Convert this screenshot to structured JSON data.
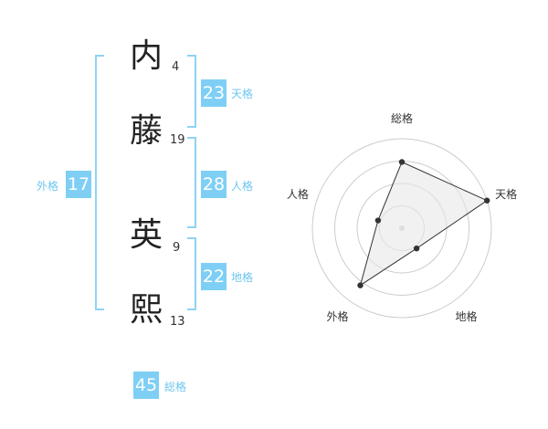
{
  "name": {
    "chars": [
      {
        "char": "内",
        "strokes": "4"
      },
      {
        "char": "藤",
        "strokes": "19"
      },
      {
        "char": "英",
        "strokes": "9"
      },
      {
        "char": "熙",
        "strokes": "13"
      }
    ]
  },
  "kakusu": {
    "tenkaku": {
      "value": "23",
      "label": "天格"
    },
    "jinkaku": {
      "value": "28",
      "label": "人格"
    },
    "chikaku": {
      "value": "22",
      "label": "地格"
    },
    "gaikaku": {
      "value": "17",
      "label": "外格"
    },
    "soukaku": {
      "value": "45",
      "label": "総格"
    }
  },
  "colors": {
    "accent": "#7fcff5",
    "bracket": "#8fd3f4",
    "text": "#222222"
  },
  "chart_data": {
    "type": "radar",
    "axes": [
      "総格",
      "天格",
      "地格",
      "外格",
      "人格"
    ],
    "values": [
      0.74,
      1.0,
      0.28,
      0.79,
      0.28
    ],
    "range": [
      0,
      1
    ],
    "grid": true
  }
}
